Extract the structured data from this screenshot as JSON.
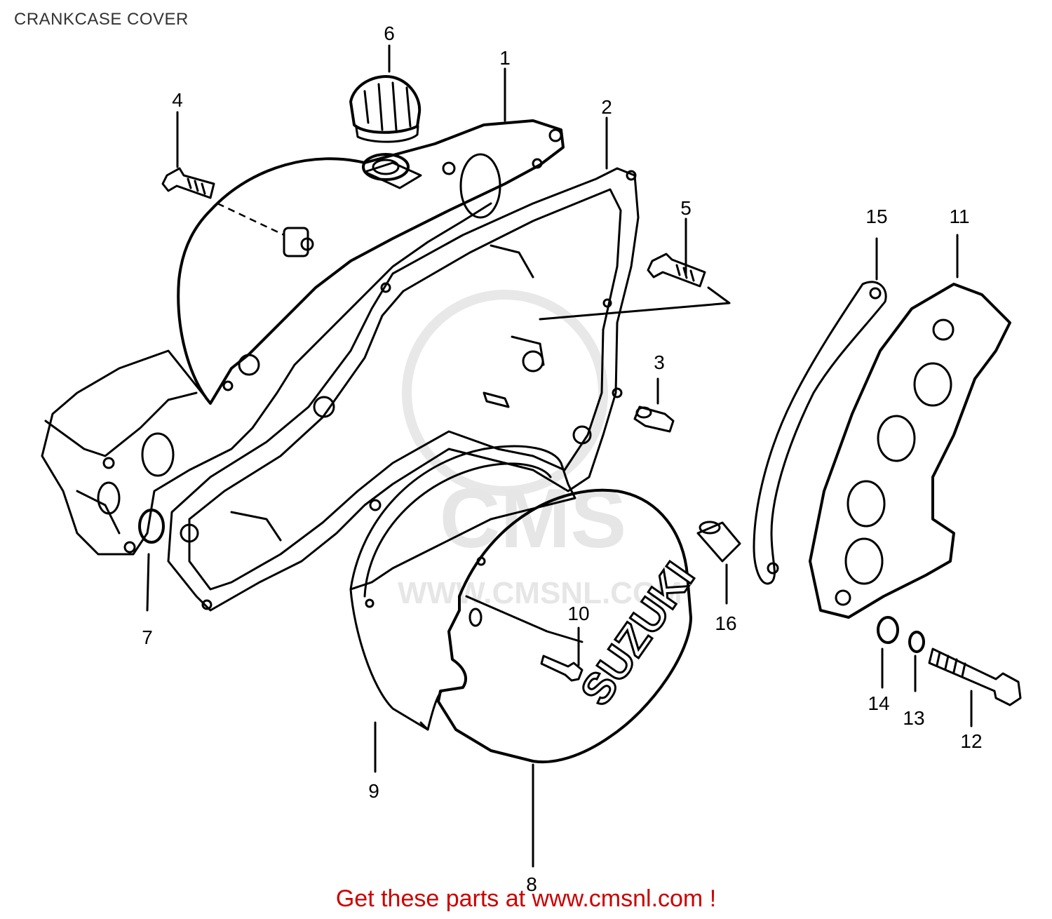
{
  "title": "CRANKCASE COVER",
  "footer": "Get these parts at www.cmsnl.com !",
  "watermark": {
    "main": "CMS",
    "url": "WWW.CMSNL.COM"
  },
  "logo_text": "SUZUKI",
  "callouts": [
    {
      "id": "1",
      "label": "1"
    },
    {
      "id": "2",
      "label": "2"
    },
    {
      "id": "3",
      "label": "3"
    },
    {
      "id": "4",
      "label": "4"
    },
    {
      "id": "5",
      "label": "5"
    },
    {
      "id": "6",
      "label": "6"
    },
    {
      "id": "7",
      "label": "7"
    },
    {
      "id": "8",
      "label": "8"
    },
    {
      "id": "9",
      "label": "9"
    },
    {
      "id": "10",
      "label": "10"
    },
    {
      "id": "11",
      "label": "11"
    },
    {
      "id": "12",
      "label": "12"
    },
    {
      "id": "13",
      "label": "13"
    },
    {
      "id": "14",
      "label": "14"
    },
    {
      "id": "15",
      "label": "15"
    },
    {
      "id": "16",
      "label": "16"
    }
  ],
  "colors": {
    "ink": "#000000",
    "link": "#cc0000",
    "watermark": "#e6e6e6",
    "title": "#333333"
  }
}
